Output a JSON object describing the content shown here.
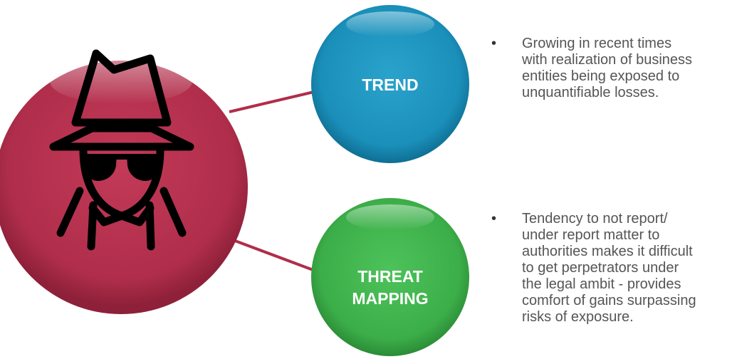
{
  "nodes": [
    {
      "id": "trend",
      "label": "TREND",
      "color": "#1a8fba"
    },
    {
      "id": "threat",
      "label": "THREAT\nMAPPING",
      "color": "#3cae49"
    }
  ],
  "hub": {
    "color": "#b02e4b",
    "icon": "spy-icon"
  },
  "bullets": [
    {
      "text": "Growing in recent times\nwith realization of business\nentities being exposed to\nunquantifiable losses."
    },
    {
      "text": "Tendency to not report/\nunder report matter to\nauthorities makes it difficult\nto get perpetrators under\nthe legal ambit - provides\ncomfort of gains surpassing\nrisks of exposure."
    }
  ]
}
